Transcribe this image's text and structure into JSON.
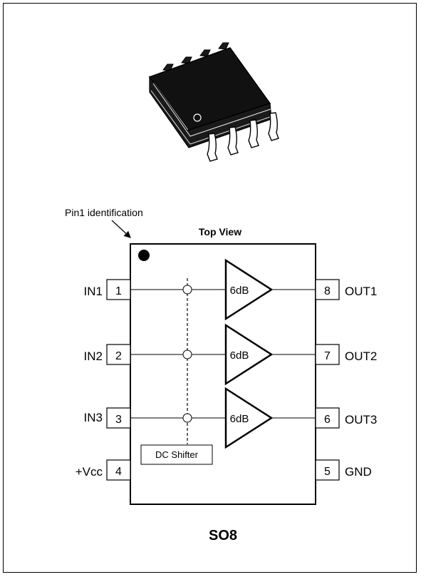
{
  "package_label": "SO8",
  "view_label": "Top View",
  "pin1_note": "Pin1 identification",
  "shifter_label": "DC Shifter",
  "amp_gain": "6dB",
  "pins_left": [
    {
      "num": "1",
      "name": "IN1"
    },
    {
      "num": "2",
      "name": "IN2"
    },
    {
      "num": "3",
      "name": "IN3"
    },
    {
      "num": "4",
      "name": "+Vcc"
    }
  ],
  "pins_right": [
    {
      "num": "8",
      "name": "OUT1"
    },
    {
      "num": "7",
      "name": "OUT2"
    },
    {
      "num": "6",
      "name": "OUT3"
    },
    {
      "num": "5",
      "name": "GND"
    }
  ],
  "amplifiers": [
    {
      "gain": "6dB"
    },
    {
      "gain": "6dB"
    },
    {
      "gain": "6dB"
    }
  ],
  "colors": {
    "line": "#000000",
    "body": "#1a1a1a",
    "background": "#ffffff"
  },
  "icons": {
    "package": "so8-package-icon",
    "pin1_marker": "pin1-dot-icon"
  }
}
